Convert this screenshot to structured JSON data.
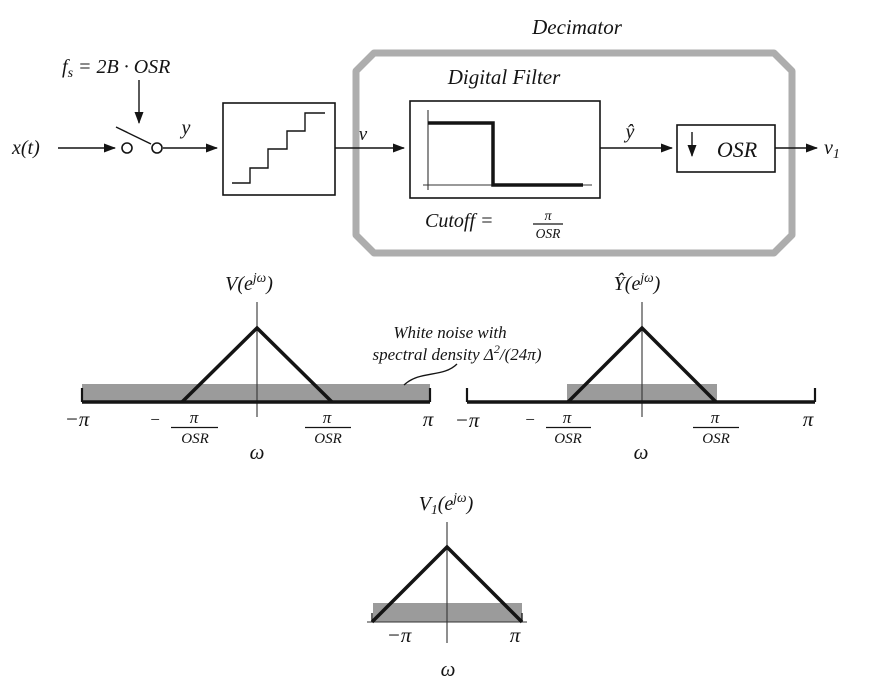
{
  "figure": {
    "background": "#ffffff",
    "line_color": "#141414",
    "decimator_border_color": "#adadad",
    "noise_band_color": "#9b9b9b"
  },
  "block_diagram": {
    "input_signal": "x(t)",
    "sampling_rate": {
      "base": "f",
      "sub": "s",
      "rest": " = 2B · OSR"
    },
    "sampled_signal": "y",
    "quantizer_output": "v",
    "decimator_title": "Decimator",
    "digital_filter_title": "Digital Filter",
    "cutoff": {
      "label": "Cutoff = ",
      "frac_num": "π",
      "frac_den": "OSR"
    },
    "filter_output": "ŷ",
    "downsampler_label": "OSR",
    "final_output": {
      "base": "v",
      "sub": "1"
    }
  },
  "noise_annotation": {
    "line1": "White noise with",
    "line2_base": "spectral density Δ",
    "line2_sup": "2",
    "line2_rest": "/(24π)"
  },
  "plots": {
    "v": {
      "title_base": "V(e",
      "title_sup": "jω",
      "title_end": ")",
      "neg_pi": "−π",
      "pi": "π",
      "neg_sign": "−",
      "frac_num": "π",
      "frac_den": "OSR",
      "axis_label": "ω"
    },
    "y_hat": {
      "title_base": "Ŷ(e",
      "title_sup": "jω",
      "title_end": ")",
      "neg_pi": "−π",
      "pi": "π",
      "neg_sign": "−",
      "frac_num": "π",
      "frac_den": "OSR",
      "axis_label": "ω"
    },
    "v1": {
      "title_base": "V",
      "title_sub": "1",
      "title_mid": "(e",
      "title_sup": "jω",
      "title_end": ")",
      "neg_pi": "−π",
      "pi": "π",
      "axis_label": "ω"
    }
  }
}
